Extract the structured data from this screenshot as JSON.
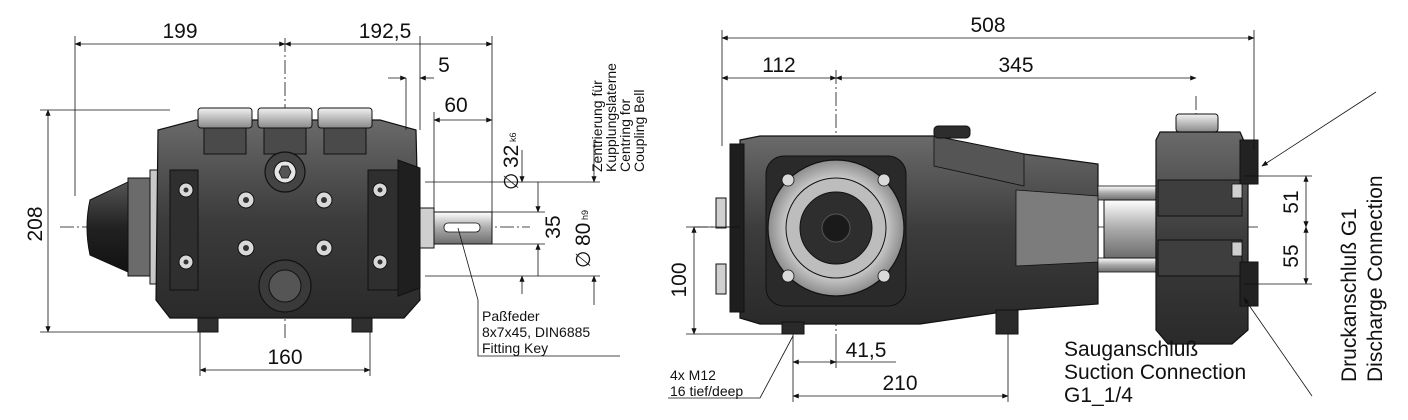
{
  "front_view": {
    "dims": {
      "width_left": "199",
      "width_right": "192,5",
      "shaft_offset_small": "5",
      "shaft_length": "60",
      "height_total": "208",
      "feet_spacing": "160",
      "shaft_height": "35",
      "shaft_dia_symbol": "∅",
      "shaft_dia_value": "32",
      "shaft_dia_tol": "k6",
      "centring_dia_symbol": "∅",
      "centring_dia_value": "80",
      "centring_dia_tol": "h9"
    },
    "centring_note": [
      "Zentrierung für",
      "Kupplungslaterne",
      "Centring for",
      "Coupling Bell"
    ],
    "key_note": [
      "Paßfeder",
      "8x7x45, DIN6885",
      "Fitting Key"
    ]
  },
  "side_view": {
    "dims": {
      "length_total": "508",
      "length_a": "112",
      "length_b": "345",
      "height_mount": "100",
      "port_upper": "51",
      "port_lower": "55",
      "foot_offset": "41,5",
      "foot_length": "210"
    },
    "mount_note": [
      "4x M12",
      "16 tief/deep"
    ],
    "suction_note": [
      "Sauganschluß",
      "Suction Connection",
      "G1_1/4"
    ],
    "discharge_note": [
      "Druckanschluß G1",
      "Discharge Connection"
    ]
  },
  "colors": {
    "body_dark": "#3a3a3a",
    "body_mid": "#5a5a5a",
    "metal_light": "#d9d9d9",
    "line": "#111111"
  }
}
